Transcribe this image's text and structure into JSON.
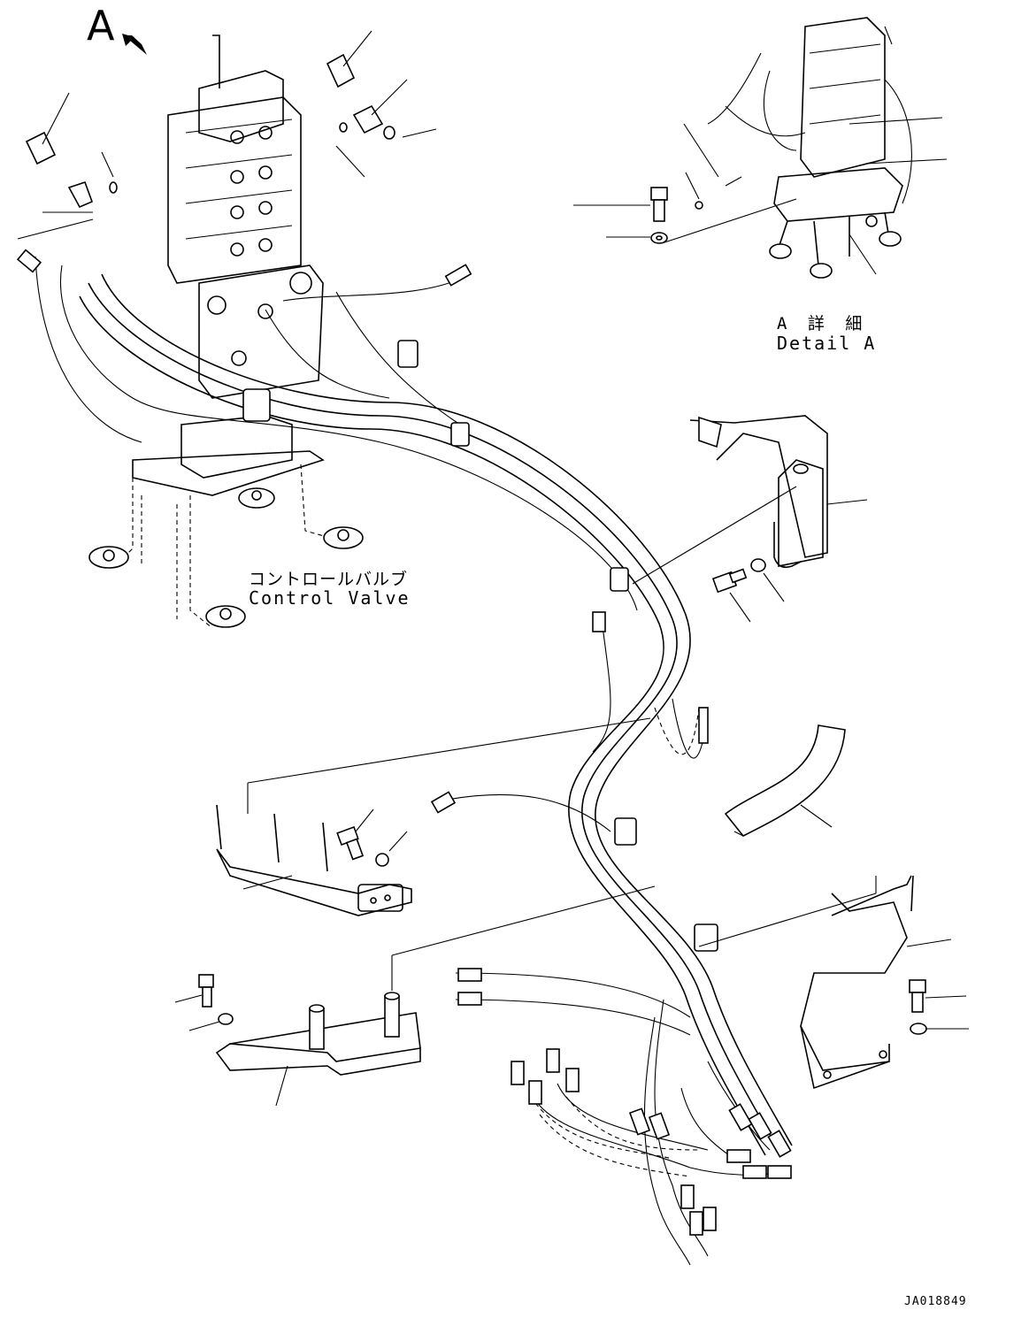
{
  "view_letter": "A",
  "detail": {
    "label_jp": "A 詳 細",
    "label_en": "Detail A"
  },
  "control_valve": {
    "label_jp": "コントロールバルブ",
    "label_en": "Control Valve"
  },
  "drawing_number": "JA018849"
}
